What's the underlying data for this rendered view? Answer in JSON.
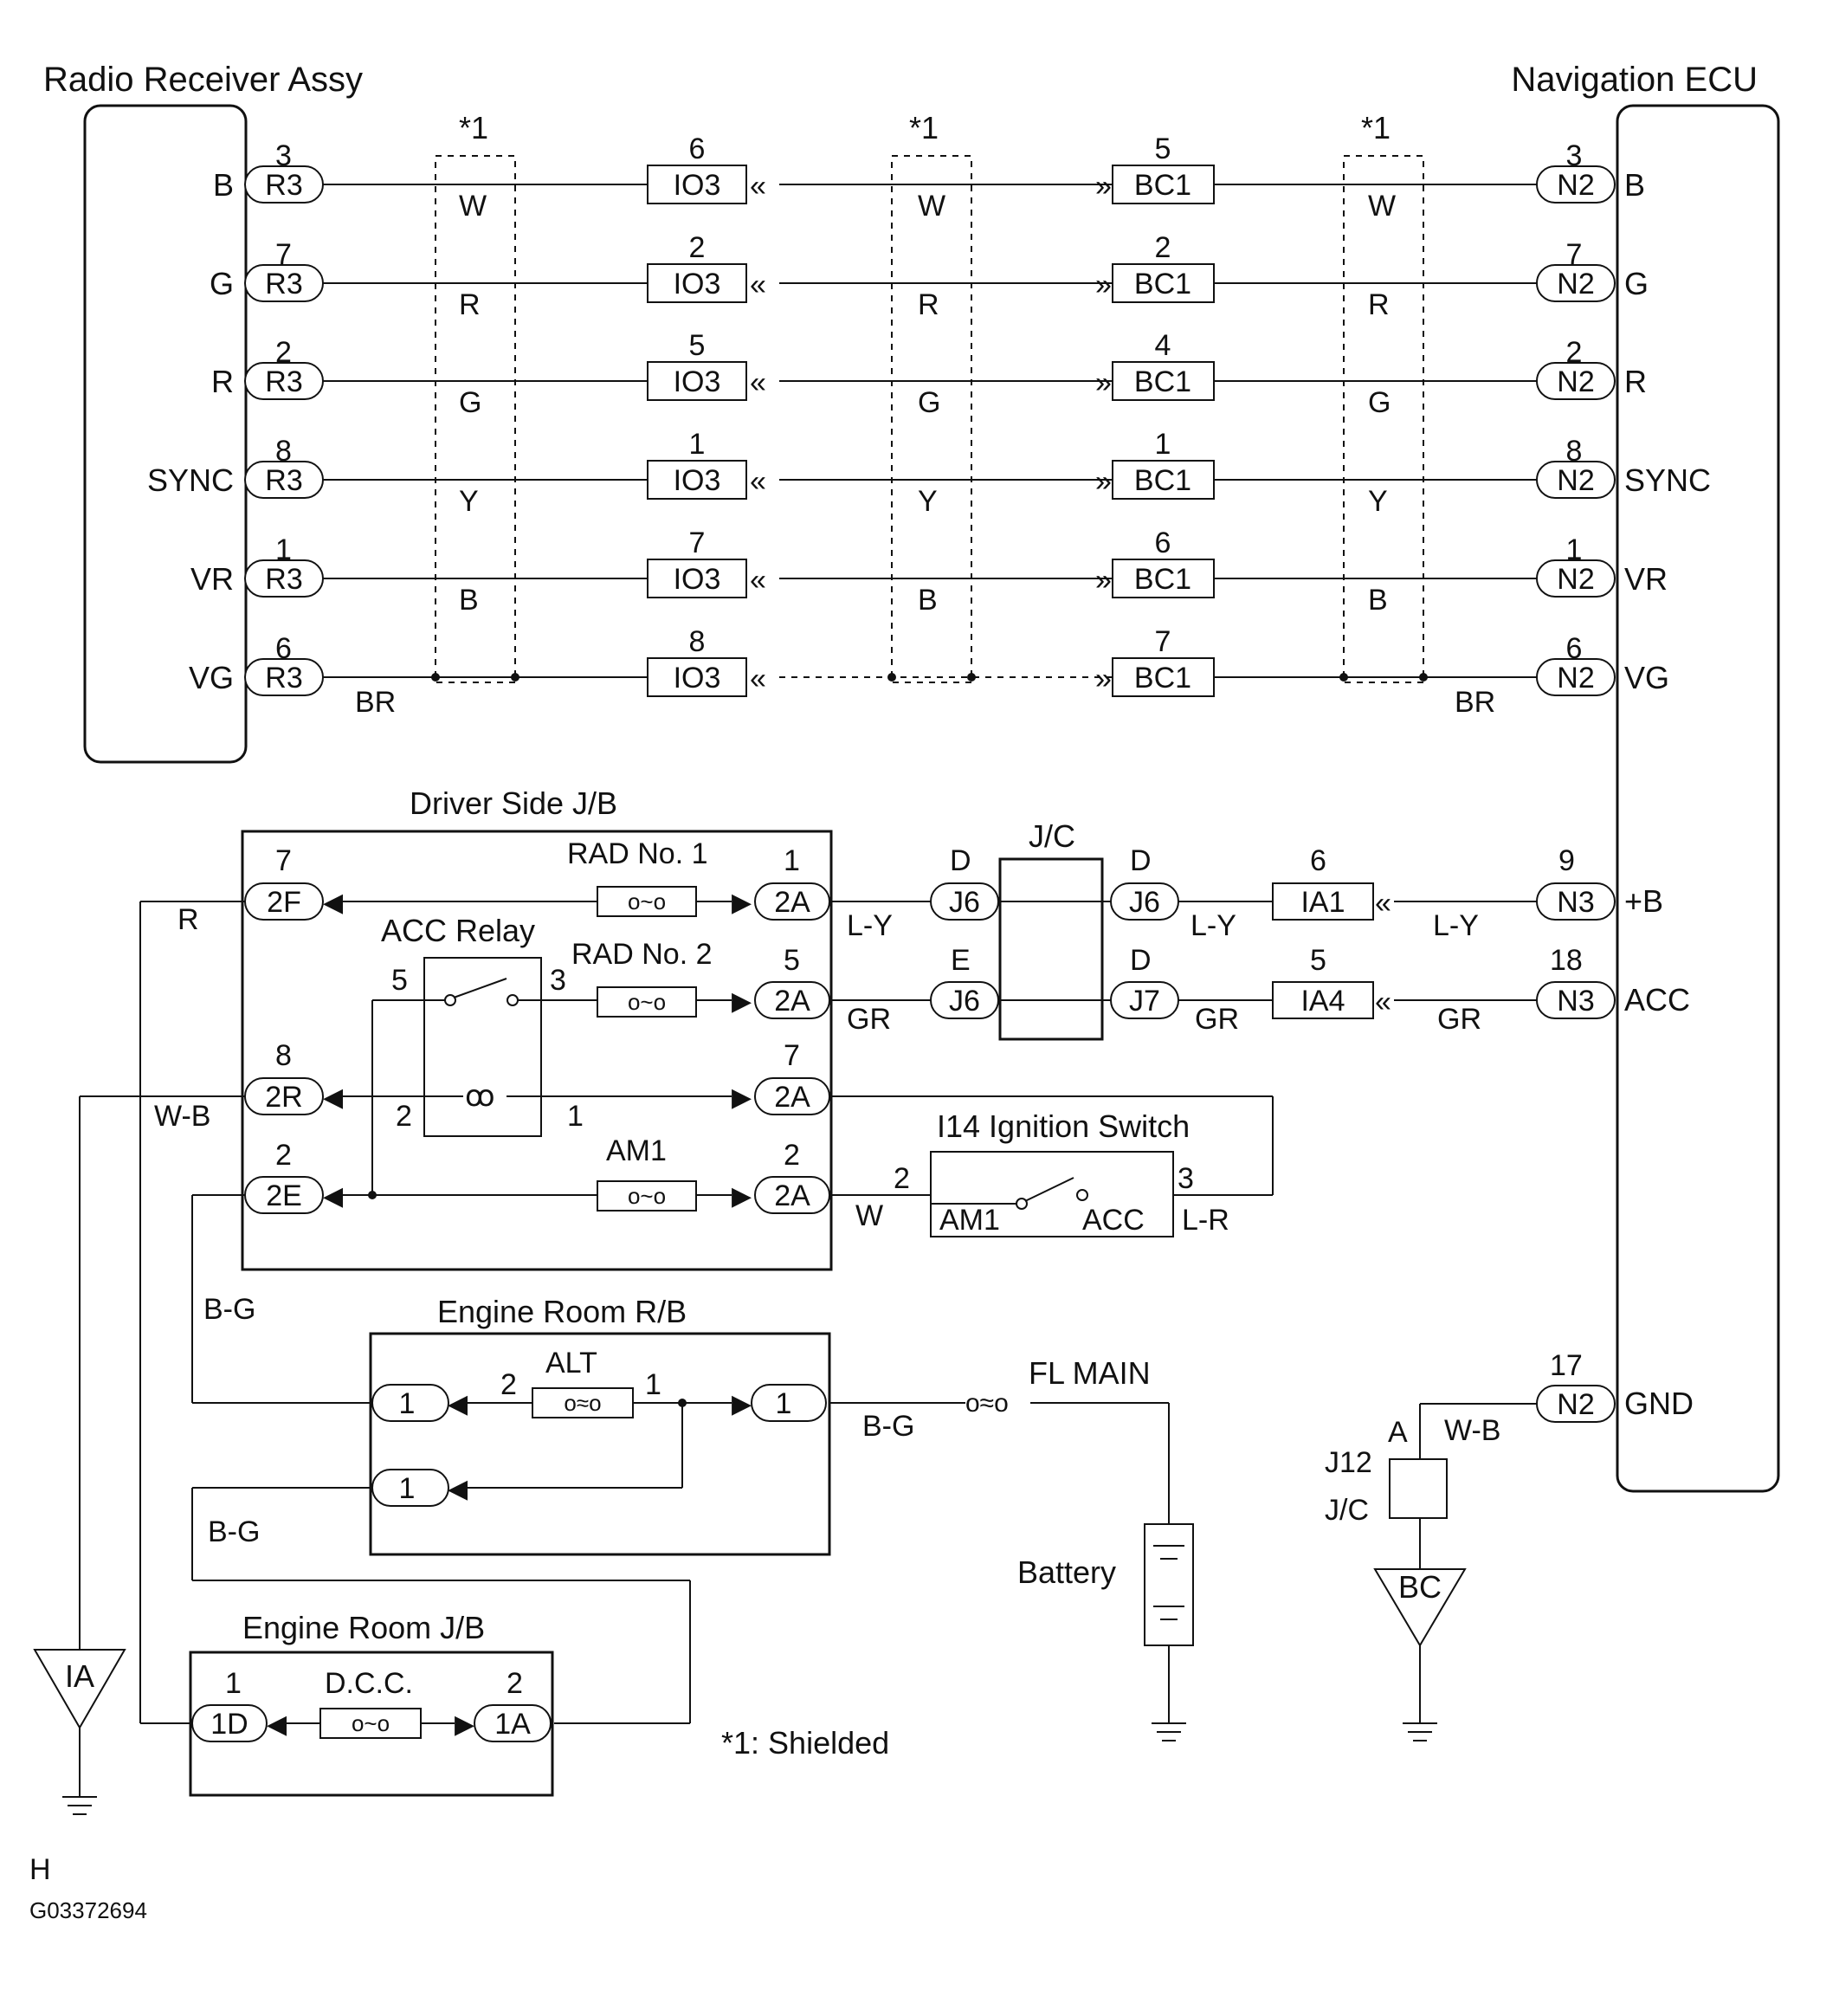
{
  "labels": {
    "radio": "Radio Receiver Assy",
    "nav": "Navigation ECU",
    "shield_mark": "*1",
    "shield_note": "*1: Shielded",
    "driver_jb": "Driver Side J/B",
    "jc": "J/C",
    "acc_relay": "ACC Relay",
    "rad1": "RAD No. 1",
    "rad2": "RAD No. 2",
    "am1": "AM1",
    "ign_switch": "I14 Ignition Switch",
    "ign_am1": "AM1",
    "ign_acc": "ACC",
    "engine_rb": "Engine Room R/B",
    "alt": "ALT",
    "fl_main": "FL MAIN",
    "battery": "Battery",
    "engine_jb": "Engine Room J/B",
    "dcc": "D.C.C.",
    "j12": "J12",
    "j12_jc": "J/C",
    "gnd_ia": "IA",
    "gnd_bc": "BC",
    "footer_h": "H",
    "code": "G03372694"
  },
  "signal_rows": [
    {
      "signal": "B",
      "radio_pin": "3",
      "radio_conn": "R3",
      "io_pin": "6",
      "io_conn": "IO3",
      "bc_pin": "5",
      "bc_conn": "BC1",
      "nav_pin": "3",
      "nav_conn": "N2",
      "wire": "W"
    },
    {
      "signal": "G",
      "radio_pin": "7",
      "radio_conn": "R3",
      "io_pin": "2",
      "io_conn": "IO3",
      "bc_pin": "2",
      "bc_conn": "BC1",
      "nav_pin": "7",
      "nav_conn": "N2",
      "wire": "R"
    },
    {
      "signal": "R",
      "radio_pin": "2",
      "radio_conn": "R3",
      "io_pin": "5",
      "io_conn": "IO3",
      "bc_pin": "4",
      "bc_conn": "BC1",
      "nav_pin": "2",
      "nav_conn": "N2",
      "wire": "G"
    },
    {
      "signal": "SYNC",
      "radio_pin": "8",
      "radio_conn": "R3",
      "io_pin": "1",
      "io_conn": "IO3",
      "bc_pin": "1",
      "bc_conn": "BC1",
      "nav_pin": "8",
      "nav_conn": "N2",
      "wire": "Y"
    },
    {
      "signal": "VR",
      "radio_pin": "1",
      "radio_conn": "R3",
      "io_pin": "7",
      "io_conn": "IO3",
      "bc_pin": "6",
      "bc_conn": "BC1",
      "nav_pin": "1",
      "nav_conn": "N2",
      "wire": "B"
    },
    {
      "signal": "VG",
      "radio_pin": "6",
      "radio_conn": "R3",
      "io_pin": "8",
      "io_conn": "IO3",
      "bc_pin": "7",
      "bc_conn": "BC1",
      "nav_pin": "6",
      "nav_conn": "N2",
      "wire": "BR"
    }
  ],
  "power": {
    "b": {
      "jb_pin": "7",
      "jb_conn": "2F",
      "jb_wire": "R",
      "out_pin": "1",
      "out_conn": "2A",
      "wire1": "L-Y",
      "j6_left_pin": "D",
      "j6_left": "J6",
      "j6_right_pin": "D",
      "j6_right": "J6",
      "wire2": "L-Y",
      "ia_pin": "6",
      "ia_conn": "IA1",
      "wire3": "L-Y",
      "nav_pin": "9",
      "nav_conn": "N3",
      "nav_label": "+B"
    },
    "acc": {
      "relay_pin_left": "5",
      "relay_pin_right": "3",
      "out_pin": "5",
      "out_conn": "2A",
      "wire1": "GR",
      "j6_pin": "E",
      "j6": "J6",
      "j7_pin": "D",
      "j7": "J7",
      "wire2": "GR",
      "ia_pin": "5",
      "ia_conn": "IA4",
      "wire3": "GR",
      "nav_pin": "18",
      "nav_conn": "N3",
      "nav_label": "ACC"
    },
    "coil": {
      "jb_pin": "8",
      "jb_conn": "2R",
      "wire": "W-B",
      "coil_left": "2",
      "coil_right": "1",
      "out_pin": "7",
      "out_conn": "2A"
    },
    "am1": {
      "jb_pin": "2",
      "jb_conn": "2E",
      "out_pin": "2",
      "out_conn": "2A",
      "wire": "W",
      "ign_pin_in": "2",
      "ign_pin_out": "3",
      "wire_out": "L-R"
    },
    "bg1": "B-G",
    "bg2": "B-G",
    "bg3": "B-G",
    "rb_pin1": "1",
    "rb_pin2": "1",
    "rb_pin3": "1",
    "alt_pin_left": "2",
    "alt_pin_right": "1",
    "ejb_pin_left": "1",
    "ejb_conn_left": "1D",
    "ejb_pin_right": "2",
    "ejb_conn_right": "1A",
    "gnd": {
      "nav_pin": "17",
      "nav_conn": "N2",
      "nav_label": "GND",
      "j12_pin": "A",
      "wire": "W-B"
    }
  }
}
